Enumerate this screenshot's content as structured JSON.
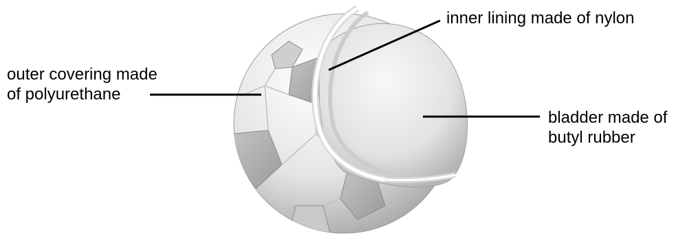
{
  "labels": {
    "inner_lining": {
      "lines": [
        "inner lining made of nylon"
      ]
    },
    "outer_covering": {
      "lines": [
        "outer covering made",
        "of polyurethane"
      ]
    },
    "bladder": {
      "lines": [
        "bladder made of",
        "butyl rubber"
      ]
    }
  },
  "colors": {
    "leader_line": "#000000",
    "panel_light": "#f2f2f2",
    "panel_dark": "#bdbdbd",
    "bladder": "#e6e6e6"
  }
}
